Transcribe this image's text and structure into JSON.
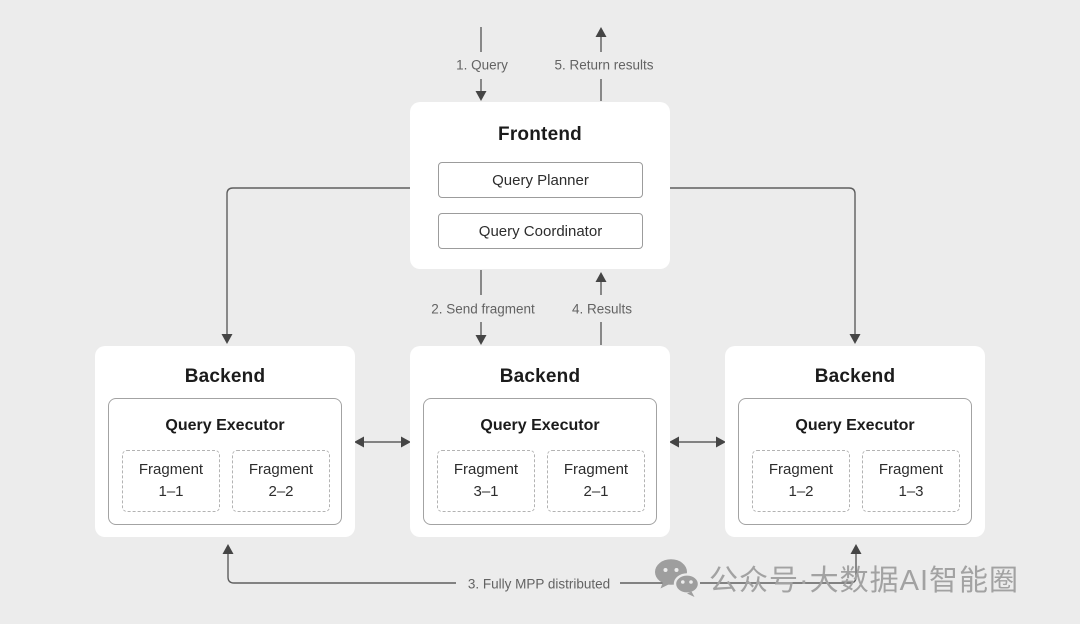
{
  "frontend": {
    "title": "Frontend",
    "components": [
      {
        "label": "Query Planner"
      },
      {
        "label": "Query Coordinator"
      }
    ]
  },
  "backends": [
    {
      "title": "Backend",
      "executor_title": "Query Executor",
      "fragments": [
        {
          "name": "Fragment",
          "id": "1–1"
        },
        {
          "name": "Fragment",
          "id": "2–2"
        }
      ]
    },
    {
      "title": "Backend",
      "executor_title": "Query Executor",
      "fragments": [
        {
          "name": "Fragment",
          "id": "3–1"
        },
        {
          "name": "Fragment",
          "id": "2–1"
        }
      ]
    },
    {
      "title": "Backend",
      "executor_title": "Query Executor",
      "fragments": [
        {
          "name": "Fragment",
          "id": "1–2"
        },
        {
          "name": "Fragment",
          "id": "1–3"
        }
      ]
    }
  ],
  "flow_labels": {
    "step1": "1. Query",
    "step2": "2. Send fragment",
    "step3": "3. Fully MPP distributed",
    "step4": "4. Results",
    "step5": "5. Return results"
  },
  "watermark": {
    "icon": "wechat-icon",
    "text": "公众号·大数据AI智能圈"
  },
  "colors": {
    "background": "#ececec",
    "box_fill": "#ffffff",
    "line": "#5e5e5e",
    "arrowhead": "#454545",
    "label_text": "#636363",
    "watermark_text": "#a2a2a2"
  }
}
